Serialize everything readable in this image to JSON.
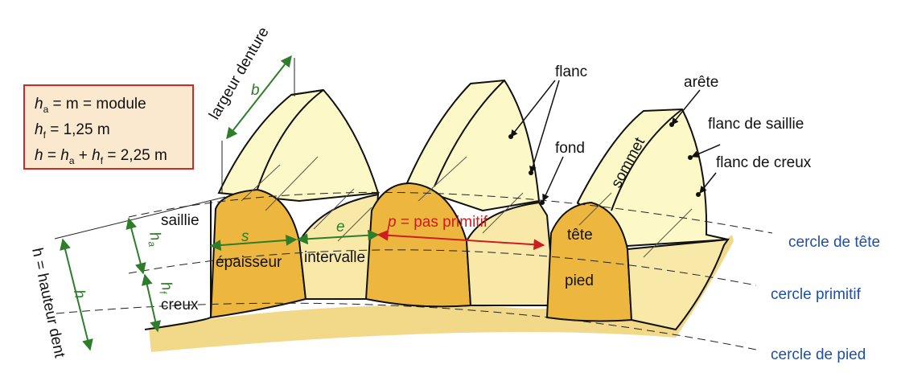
{
  "legend": {
    "line1_rest": " = m = module",
    "line2_rest": " = 1,25 m",
    "line3_mid": " = ",
    "line3_plus": " + ",
    "line3_rest": " = 2,25 m",
    "h_sym": "h",
    "sub_a": "a",
    "sub_f": "f"
  },
  "labels": {
    "largeur": "largeur denture",
    "b": "b",
    "flanc": "flanc",
    "arete": "arête",
    "flanc_saillie": "flanc de saillie",
    "flanc_creux": "flanc de creux",
    "fond": "fond",
    "sommet": "sommet",
    "saillie": "saillie",
    "creux": "creux",
    "s": "s",
    "e": "e",
    "p_text": "p",
    "pas": " = pas primitif",
    "epaisseur": "épaisseur",
    "intervalle": "intervalle",
    "tete": "tête",
    "pied": "pied",
    "h_hauteur": "h = hauteur dent",
    "h_arrow": "h",
    "ha": "h",
    "ha_sub": "a",
    "hf": "h",
    "hf_sub": "f",
    "cercle_tete": "cercle de tête",
    "cercle_primitif": "cercle primitif",
    "cercle_pied": "cercle de pied"
  },
  "colors": {
    "tooth_side": "#fdf8c8",
    "tooth_face": "#edb73f",
    "base": "#f2d98a",
    "green": "#2e7d2a",
    "red": "#cc1e1e",
    "blue": "#1f4fa8",
    "legend_border": "#cc2a2a",
    "legend_bg": "#fbe9cf"
  }
}
